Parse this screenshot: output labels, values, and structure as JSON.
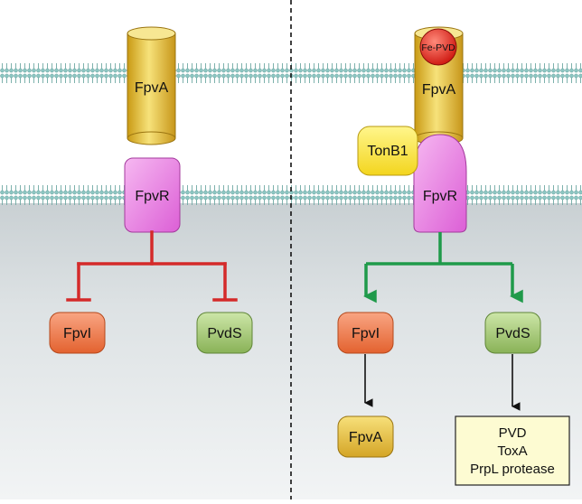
{
  "left_panel": {
    "receptor_label": "FpvA",
    "antisigma_label": "FpvR",
    "sigma1_label": "FpvI",
    "sigma2_label": "PvdS"
  },
  "right_panel": {
    "ligand_label": "Fe-PVD",
    "receptor_label": "FpvA",
    "tonb_label": "TonB1",
    "antisigma_label": "FpvR",
    "sigma1_label": "FpvI",
    "sigma2_label": "PvdS",
    "product1_label": "FpvA",
    "products": [
      "PVD",
      "ToxA",
      "PrpL protease"
    ]
  },
  "colors": {
    "repression": "#d42a2a",
    "activation": "#1f9a4a",
    "membrane": "#7fb8b4",
    "cytoplasm": "#d6dcdf"
  }
}
